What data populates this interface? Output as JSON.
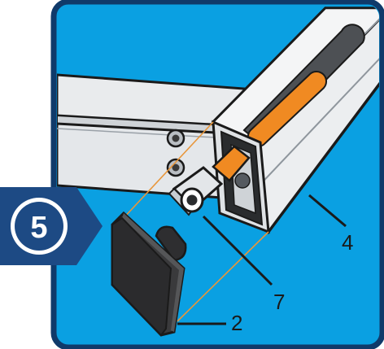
{
  "step": {
    "number": "5"
  },
  "callouts": {
    "profile": "4",
    "connector": "7",
    "end_cap": "2"
  },
  "colors": {
    "panel_border": "#103a6a",
    "panel_bg": "#0aa0e2",
    "badge": "#1d4a84",
    "aluminium": "#e6e8ea",
    "orange": "#f08a22",
    "cap": "#2e2e30",
    "outline": "#1a1a1a"
  },
  "icons": {
    "badge": "step-badge",
    "profile": "aluminium-profile",
    "connector": "connector-bolt",
    "cap": "end-cap",
    "screws": "screw-heads"
  }
}
